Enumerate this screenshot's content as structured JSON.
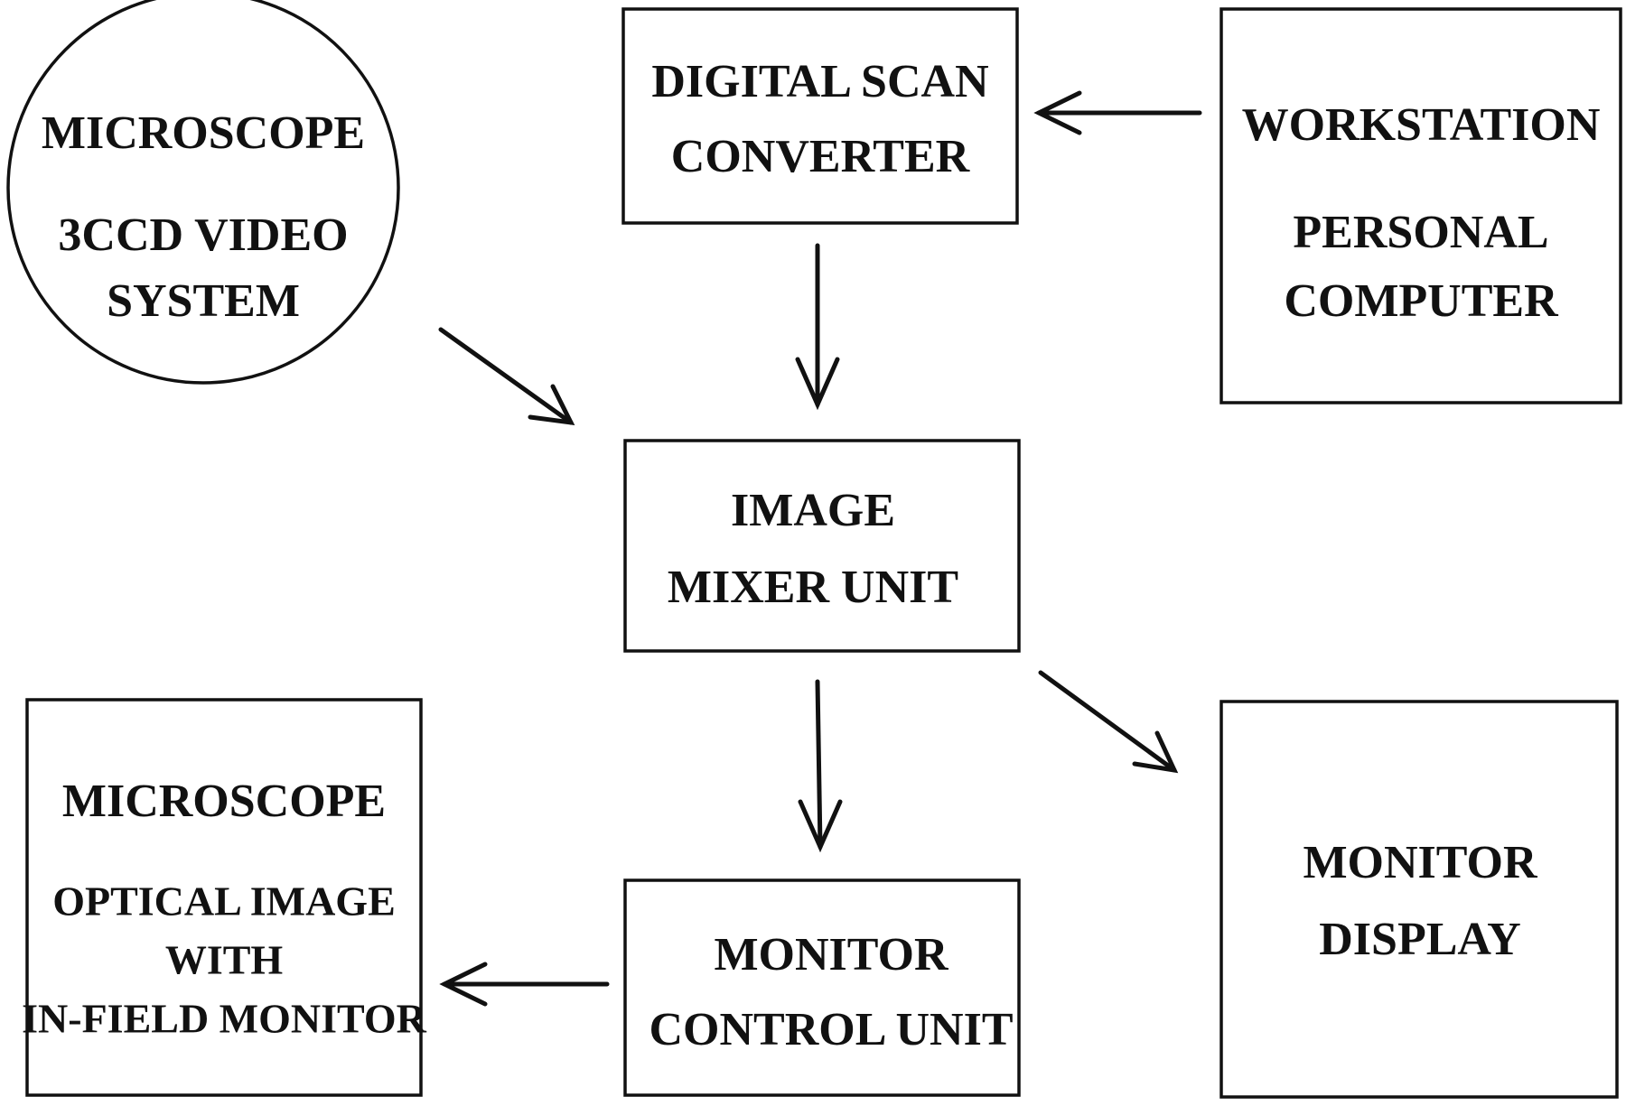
{
  "nodes": {
    "microscope_video": {
      "line1": "MICROSCOPE",
      "line2": "3CCD VIDEO",
      "line3": "SYSTEM"
    },
    "digital_scan": {
      "line1": "DIGITAL SCAN",
      "line2": "CONVERTER"
    },
    "workstation": {
      "line1": "WORKSTATION",
      "line2": "PERSONAL",
      "line3": "COMPUTER"
    },
    "image_mixer": {
      "line1": "IMAGE",
      "line2": "MIXER UNIT"
    },
    "microscope_optical": {
      "line1": "MICROSCOPE",
      "line2": "OPTICAL IMAGE",
      "line3": "WITH",
      "line4": "IN-FIELD MONITOR"
    },
    "monitor_control": {
      "line1": "MONITOR",
      "line2": "CONTROL UNIT"
    },
    "monitor_display": {
      "line1": "MONITOR",
      "line2": "DISPLAY"
    }
  },
  "edges": [
    {
      "from": "workstation",
      "to": "digital_scan"
    },
    {
      "from": "digital_scan",
      "to": "image_mixer"
    },
    {
      "from": "microscope_video",
      "to": "image_mixer"
    },
    {
      "from": "image_mixer",
      "to": "monitor_control"
    },
    {
      "from": "image_mixer",
      "to": "monitor_display"
    },
    {
      "from": "monitor_control",
      "to": "microscope_optical"
    }
  ]
}
